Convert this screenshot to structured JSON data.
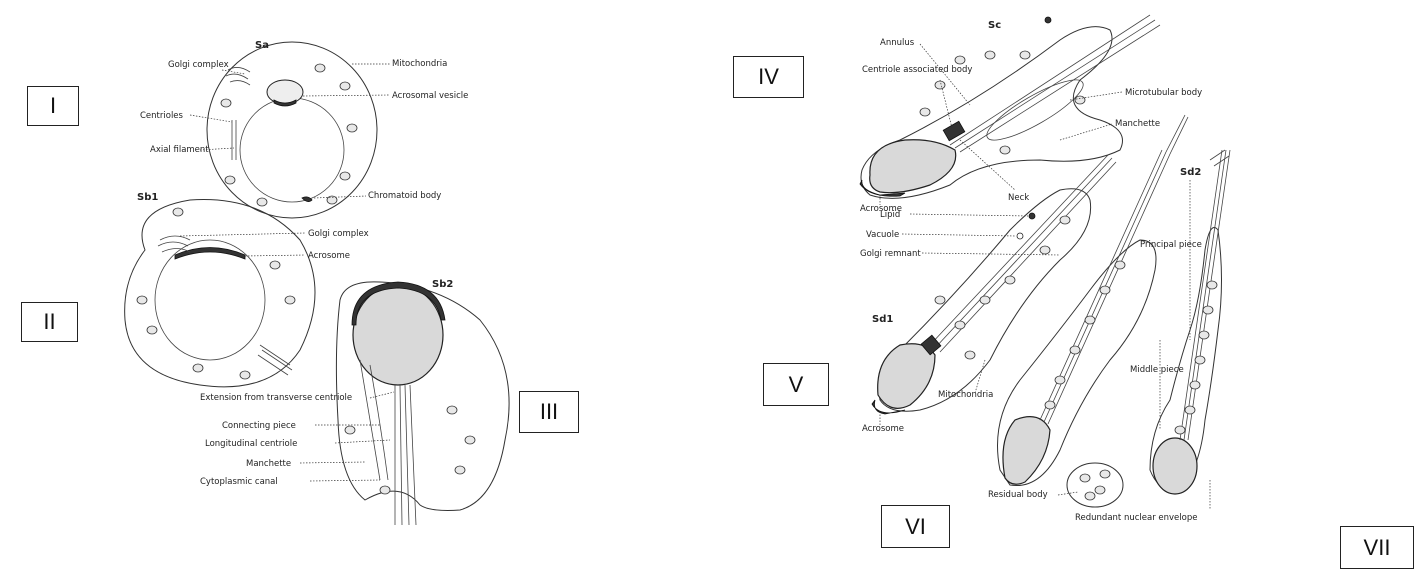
{
  "stage_boxes": [
    "I",
    "II",
    "III",
    "IV",
    "V",
    "VI",
    "VII"
  ],
  "stage_labels": {
    "sa": "Sa",
    "sb1": "Sb1",
    "sb2": "Sb2",
    "sc": "Sc",
    "sd1": "Sd1",
    "sd2": "Sd2"
  },
  "sa_labels": {
    "golgi": "Golgi complex",
    "centrioles": "Centrioles",
    "axial": "Axial filament",
    "mitochondria": "Mitochondria",
    "acrosomal_vesicle": "Acrosomal vesicle",
    "chromatoid": "Chromatoid body"
  },
  "sb1_labels": {
    "golgi": "Golgi complex",
    "acrosome": "Acrosome"
  },
  "sb2_labels": {
    "extension": "Extension from transverse centriole",
    "connecting": "Connecting piece",
    "longitudinal": "Longitudinal centriole",
    "manchette": "Manchette",
    "canal": "Cytoplasmic canal"
  },
  "sc_labels": {
    "annulus": "Annulus",
    "centriole_body": "Centriole associated body",
    "microtubular": "Microtubular body",
    "manchette": "Manchette",
    "neck": "Neck",
    "acrosome": "Acrosome"
  },
  "sd1_labels": {
    "lipid": "Lipid",
    "vacuole": "Vacuole",
    "golgi_remnant": "Golgi remnant",
    "mitochondria": "Mitochondria",
    "acrosome": "Acrosome"
  },
  "sd2_labels": {
    "principal": "Principal piece",
    "middle": "Middle piece",
    "residual": "Residual body",
    "envelope": "Redundant nuclear envelope"
  }
}
